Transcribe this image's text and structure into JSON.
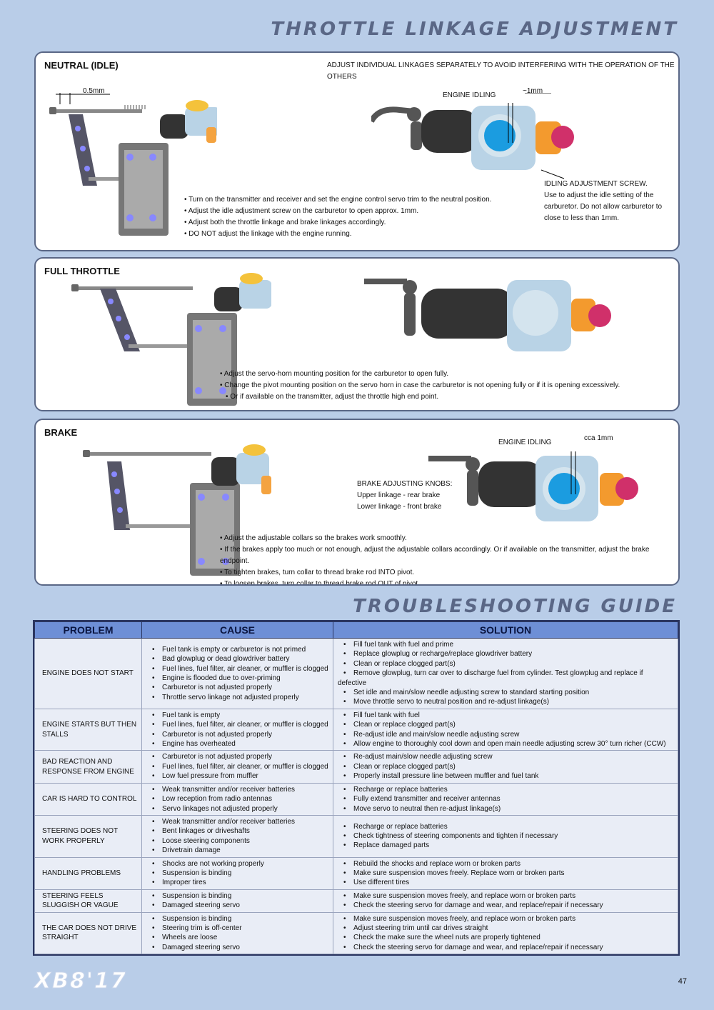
{
  "header": {
    "title": "THROTTLE LINKAGE ADJUSTMENT"
  },
  "neutral": {
    "title": "NEUTRAL (IDLE)",
    "top_note": "ADJUST INDIVIDUAL LINKAGES SEPARATELY TO AVOID INTERFERING WITH THE OPERATION OF THE OTHERS",
    "dim_left": "0.5mm",
    "engine_idling": "ENGINE IDLING",
    "dim_right": "~1mm",
    "screw_title": "IDLING ADJUSTMENT SCREW.",
    "screw_text": [
      "Use to adjust the idle setting of the",
      "carburetor. Do not allow carburetor to",
      "close to less than 1mm."
    ],
    "bullets": [
      "Turn on the transmitter and receiver and set the engine control servo trim to the neutral position.",
      "Adjust the idle adjustment screw on the carburetor to open approx. 1mm.",
      "Adjust both the throttle linkage and brake linkages accordingly.",
      "DO NOT adjust the linkage with the engine running."
    ]
  },
  "full": {
    "title": "FULL THROTTLE",
    "bullets": [
      "Adjust the servo-horn mounting position for the carburetor to open fully.",
      "Change the pivot mounting position on the servo horn in case the carburetor is not opening fully or if it is opening excessively.",
      "Or if available on the transmitter, adjust the throttle high end point."
    ]
  },
  "brake": {
    "title": "BRAKE",
    "engine_idling": "ENGINE IDLING",
    "dim": "cca 1mm",
    "knobs_title": "BRAKE ADJUSTING KNOBS:",
    "knobs": [
      "Upper linkage - rear brake",
      "Lower linkage - front brake"
    ],
    "bullets": [
      "Adjust the adjustable collars so the brakes work smoothly.",
      "If the brakes apply too much or not enough, adjust the adjustable collars accordingly. Or if available on the transmitter, adjust the brake endpoint.",
      "To tighten brakes, turn collar to thread brake rod INTO pivot.",
      "To loosen brakes, turn collar to thread brake rod OUT of pivot."
    ]
  },
  "trouble": {
    "title": "TROUBLESHOOTING GUIDE",
    "headers": [
      "PROBLEM",
      "CAUSE",
      "SOLUTION"
    ],
    "rows": [
      {
        "problem": "ENGINE DOES NOT START",
        "cause": [
          "Fuel tank is empty or carburetor is not primed",
          "Bad glowplug or dead glowdriver battery",
          "Fuel lines, fuel filter, air cleaner, or muffler is clogged",
          "Engine is flooded due to over-priming",
          "Carburetor is not adjusted properly",
          "Throttle servo linkage not adjusted properly"
        ],
        "solution": [
          "Fill fuel tank with fuel and prime",
          "Replace glowplug or recharge/replace glowdriver battery",
          "Clean or replace clogged part(s)",
          "Remove glowplug, turn car over to discharge fuel from cylinder. Test glowplug and replace if defective",
          "Set idle and main/slow needle adjusting screw to standard starting position",
          "Move throttle servo to neutral position and re-adjust linkage(s)"
        ]
      },
      {
        "problem": "ENGINE STARTS BUT THEN STALLS",
        "cause": [
          "Fuel tank is empty",
          "Fuel lines, fuel filter, air cleaner, or muffler is clogged",
          "Carburetor is not adjusted properly",
          "Engine has overheated"
        ],
        "solution": [
          "Fill fuel tank with fuel",
          "Clean or replace clogged part(s)",
          "Re-adjust idle and main/slow needle adjusting screw",
          "Allow engine to thoroughly cool down and open main needle adjusting screw 30° turn richer (CCW)"
        ]
      },
      {
        "problem": "BAD REACTION AND RESPONSE FROM ENGINE",
        "cause": [
          "Carburetor is not adjusted properly",
          "Fuel lines, fuel filter, air cleaner, or muffler is clogged",
          "Low fuel pressure from muffler"
        ],
        "solution": [
          "Re-adjust main/slow needle adjusting screw",
          "Clean or replace clogged part(s)",
          "Properly install pressure line between muffler and fuel tank"
        ]
      },
      {
        "problem": "CAR IS HARD TO CONTROL",
        "cause": [
          "Weak transmitter and/or receiver batteries",
          "Low reception from radio antennas",
          "Servo linkages not adjusted properly"
        ],
        "solution": [
          "Recharge or replace batteries",
          "Fully extend transmitter and receiver antennas",
          "Move servo to neutral then re-adjust linkage(s)"
        ]
      },
      {
        "problem": "STEERING DOES NOT WORK PROPERLY",
        "cause": [
          "Weak transmitter and/or receiver batteries",
          "Bent linkages or driveshafts",
          "Loose steering components",
          "Drivetrain damage"
        ],
        "solution": [
          "Recharge or replace batteries",
          "Check tightness of steering components and tighten if necessary",
          "Replace damaged parts"
        ]
      },
      {
        "problem": "HANDLING PROBLEMS",
        "cause": [
          "Shocks are not working properly",
          "Suspension is binding",
          "Improper tires"
        ],
        "solution": [
          "Rebuild the shocks and replace worn or broken parts",
          "Make sure suspension moves freely. Replace worn or broken parts",
          "Use different tires"
        ]
      },
      {
        "problem": "STEERING FEELS SLUGGISH OR VAGUE",
        "cause": [
          "Suspension is binding",
          "Damaged steering servo"
        ],
        "solution": [
          "Make sure suspension moves freely, and replace worn or broken parts",
          "Check the steering servo for damage and wear, and replace/repair if necessary"
        ]
      },
      {
        "problem": "THE CAR DOES NOT DRIVE STRAIGHT",
        "cause": [
          "Suspension is binding",
          "Steering trim is off-center",
          "Wheels are loose",
          "Damaged steering servo"
        ],
        "solution": [
          "Make sure suspension moves freely, and replace worn or broken parts",
          "Adjust steering trim until car drives straight",
          "Check the make sure the wheel nuts are properly tightened",
          "Check the steering servo for damage and wear, and replace/repair if necessary"
        ]
      }
    ]
  },
  "footer": {
    "logo": "XB8'17",
    "page": "47"
  }
}
